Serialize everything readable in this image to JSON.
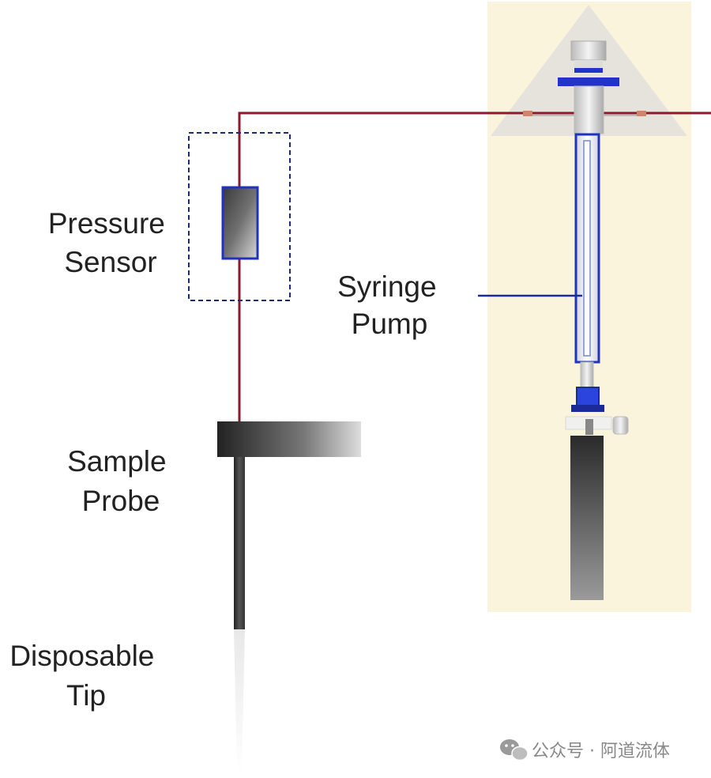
{
  "labels": {
    "pressure_sensor": [
      "Pressure",
      "Sensor"
    ],
    "syringe_pump": [
      "Syringe",
      "Pump"
    ],
    "sample_probe": [
      "Sample",
      "Probe"
    ],
    "disposable_tip": [
      "Disposable",
      "Tip"
    ]
  },
  "watermark": {
    "text": "公众号 · 阿道流体",
    "icon": "wechat-icon"
  },
  "colors": {
    "tubing": "#8b1a2b",
    "sensor_blue": "#2233bb",
    "pump_panel": "#faf4dc",
    "leader_line": "#1a2a99",
    "label_text": "#222222"
  }
}
